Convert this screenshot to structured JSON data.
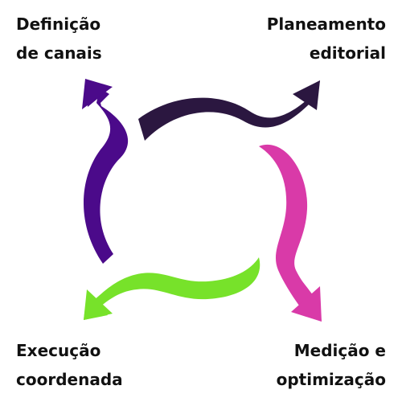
{
  "diagram": {
    "labels": {
      "top_left": [
        "Definição",
        "de canais"
      ],
      "top_right": [
        "Planeamento",
        "editorial"
      ],
      "bottom_right": [
        "Medição e",
        "optimização"
      ],
      "bottom_left": [
        "Execução",
        "coordenada"
      ]
    },
    "colors": {
      "top_left": "#4b0a8a",
      "top_right": "#2b1740",
      "bottom_right": "#d93aa8",
      "bottom_left": "#77e22a",
      "text": "#111111"
    }
  }
}
